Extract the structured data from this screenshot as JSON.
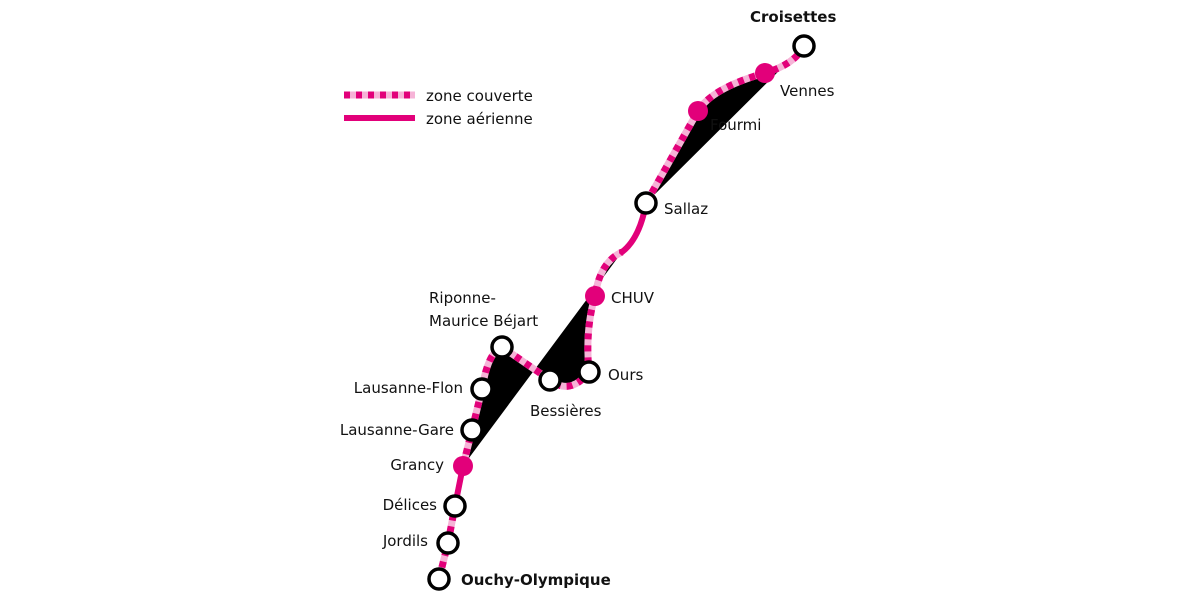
{
  "legend": {
    "covered": "zone couverte",
    "aerial": "zone aérienne"
  },
  "colors": {
    "line": "#e2007a",
    "line_light": "#f6b3d7"
  },
  "stations": {
    "croisettes": "Croisettes",
    "vennes": "Vennes",
    "fourmi": "Fourmi",
    "sallaz": "Sallaz",
    "chuv": "CHUV",
    "ours": "Ours",
    "bessieres": "Bessières",
    "riponne_1": "Riponne-",
    "riponne_2": "Maurice Béjart",
    "flon": "Lausanne-Flon",
    "gare": "Lausanne-Gare",
    "grancy": "Grancy",
    "delices": "Délices",
    "jordils": "Jordils",
    "ouchy": "Ouchy-Olympique"
  }
}
